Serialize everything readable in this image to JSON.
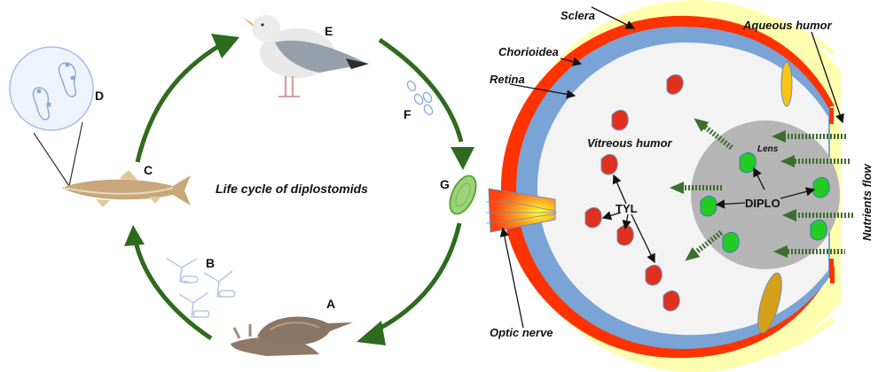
{
  "title": "Life cycle of diplostomids",
  "stages": {
    "A": "A",
    "B": "B",
    "C": "C",
    "D": "D",
    "E": "E",
    "F": "F",
    "G": "G"
  },
  "eye_labels": {
    "sclera": "Sclera",
    "chorioidea": "Chorioidea",
    "retina": "Retina",
    "aqueous_humor": "Aqueous humor",
    "vitreous_humor": "Vitreous humor",
    "lens": "Lens",
    "optic_nerve": "Optic nerve",
    "nutrients_flow": "Nutrients flow",
    "tyl": "TYL",
    "diplo": "DIPLO"
  },
  "colors": {
    "arrow_green": "#2f6b1f",
    "sclera": "#ffffb0",
    "chorioidea": "#ff3300",
    "retina": "#7aa3d6",
    "vitreous": "#f2f2f2",
    "lens": "#b3b3b3",
    "tyl_parasite": "#e0301e",
    "diplo_parasite": "#22cc22",
    "flow_arrow": "#3d6e2e"
  }
}
